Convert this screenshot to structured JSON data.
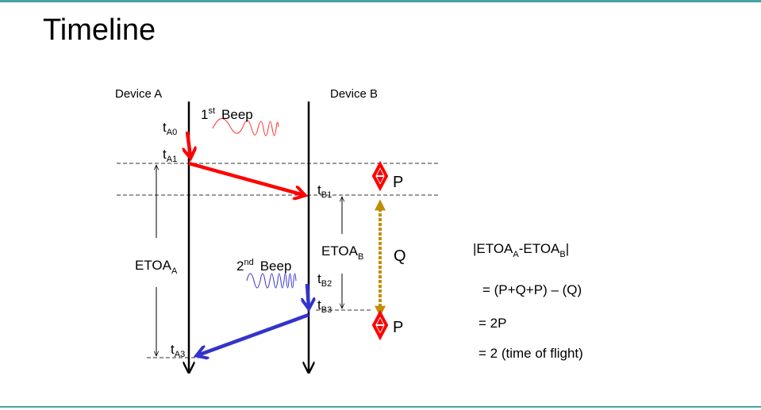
{
  "title": "Timeline",
  "labels": {
    "device_a": "Device A",
    "device_b": "Device B",
    "beep1_num": "1",
    "beep1_sup": "st",
    "beep1_word": "Beep",
    "beep2_num": "2",
    "beep2_sup": "nd",
    "beep2_word": "Beep",
    "t": "t",
    "tA0_sub": "A0",
    "tA1_sub": "A1",
    "tA3_sub": "A3",
    "tB1_sub": "B1",
    "tB2_sub": "B2",
    "tB3_sub": "B3",
    "etoa": "ETOA",
    "etoa_a_sub": "A",
    "etoa_b_sub": "B",
    "p_top": "P",
    "q": "Q",
    "p_bottom": "P"
  },
  "equation": {
    "bar_open": "|",
    "etoa1": "ETOA",
    "etoa1_sub": "A",
    "minus": "-ETOA",
    "etoa2_sub": "B",
    "bar_close": "|",
    "line2": "= (P+Q+P) – (Q)",
    "line3": "= 2P",
    "line4": "= 2 (time of flight)"
  },
  "colors": {
    "red": "#ff0000",
    "blue": "#3333cc",
    "gold": "#bf8f00",
    "teal": "#49a3a5"
  }
}
